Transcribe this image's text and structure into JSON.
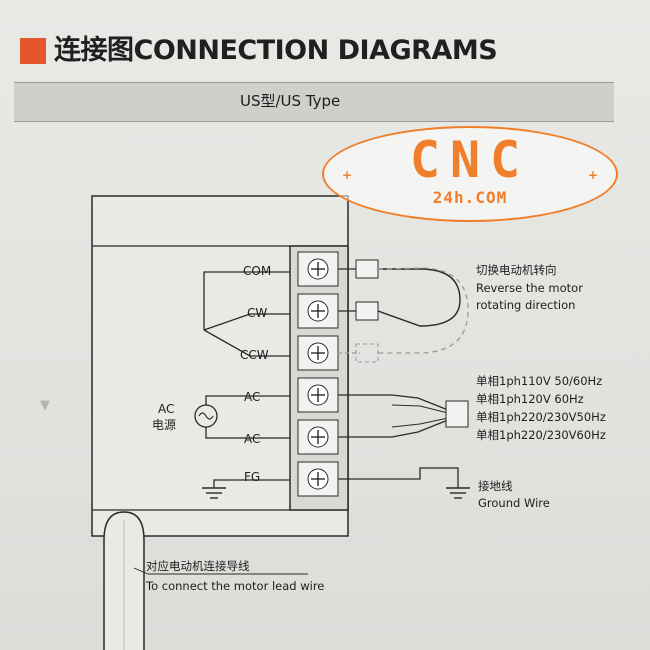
{
  "heading": "连接图CONNECTION DIAGRAMS",
  "subtitle": "US型/US Type",
  "logo": {
    "main": "CNC",
    "sub": "24h.COM",
    "color": "#f07f2c"
  },
  "terminals": {
    "com": "COM",
    "cw": "CW",
    "ccw": "CCW",
    "ac1": "AC",
    "ac2": "AC",
    "fg": "FG"
  },
  "power_source": {
    "en": "AC",
    "zh": "电源"
  },
  "reverse_note": {
    "zh": "切换电动机转向",
    "en_line1": "Reverse the motor",
    "en_line2": "rotating direction"
  },
  "power_options": [
    "单相1ph110V 50/60Hz",
    "单相1ph120V 60Hz",
    "单相1ph220/230V50Hz",
    "单相1ph220/230V60Hz"
  ],
  "ground": {
    "zh": "接地线",
    "en": "Ground Wire"
  },
  "motor_lead": {
    "zh": "对应电动机连接导线",
    "en": "To connect the motor lead wire"
  },
  "colors": {
    "accent_red": "#e4572e",
    "line": "#2a2a2a",
    "dashed": "#9a9a9a"
  }
}
